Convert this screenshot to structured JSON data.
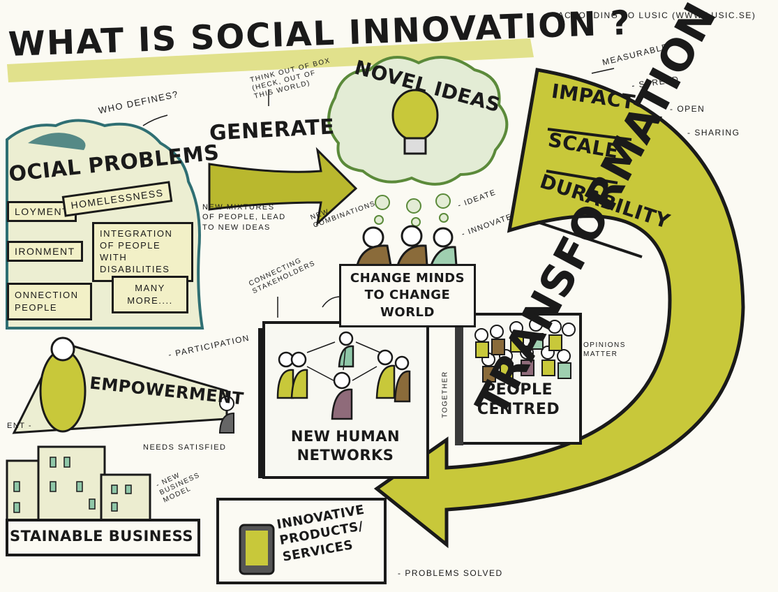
{
  "title": "WHAT IS SOCIAL INNOVATION ?",
  "source": "- ACCORDING TO LUSIC (WWW.LUSIC.SE)",
  "social_problems": {
    "heading": "OCIAL PROBLEMS",
    "who_defines": "WHO DEFINES?",
    "items": [
      "LOYMENT",
      "HOMELESSNESS",
      "IRONMENT",
      "INTEGRATION OF PEOPLE WITH DISABILITIES",
      "ONNECTION PEOPLE",
      "MANY MORE...."
    ]
  },
  "generate": {
    "label": "GENERATE",
    "think": "THINK OUT OF BOX (HECK, OUT OF THIS WORLD)",
    "mixtures": "NEW MIXTURES OF PEOPLE, LEAD TO NEW IDEAS"
  },
  "novel_ideas": "NOVEL IDEAS",
  "idea_notes": {
    "combinations": "NEW COMBINATIONS",
    "ideate": "- IDEATE",
    "innovate": "- INNOVATE"
  },
  "change_minds": "CHANGE MINDS TO CHANGE WORLD",
  "connecting": "CONNECTING STAKEHOLDERS",
  "networks": {
    "label": "NEW HUMAN NETWORKS",
    "together": "TOGETHER"
  },
  "people_centred": {
    "label": "PEOPLE CENTRED",
    "opinions": "OPINIONS MATTER"
  },
  "impact": {
    "items": [
      "IMPACT",
      "SCALE",
      "DURABILITY"
    ],
    "notes": [
      "MEASURABLE",
      "- SPREAD",
      "- OPEN",
      "- SHARING"
    ]
  },
  "transformation": "TRANSFORMATION",
  "empowerment": {
    "label": "EMPOWERMENT",
    "participation": "- PARTICIPATION",
    "needs": "NEEDS SATISFIED",
    "left_cut": "ENT -"
  },
  "business": {
    "label": "STAINABLE BUSINESS",
    "model": "- NEW BUSINESS MODEL"
  },
  "products": {
    "label": "INNOVATIVE PRODUCTS/ SERVICES",
    "solved": "- PROBLEMS SOLVED"
  },
  "colors": {
    "accent": "#c8c83a",
    "accent_light": "#e3e38a",
    "ink": "#1a1a1a",
    "teal": "#2f6f73"
  }
}
